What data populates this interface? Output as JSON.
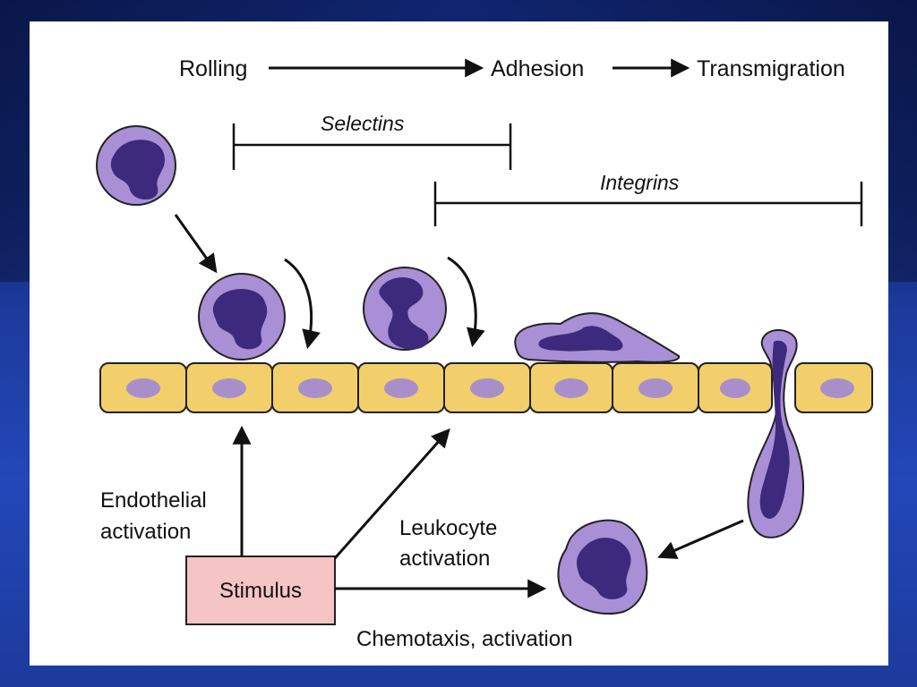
{
  "process": {
    "rolling": "Rolling",
    "adhesion": "Adhesion",
    "transmigration": "Transmigration"
  },
  "molecules": {
    "selectins": "Selectins",
    "integrins": "Integrins"
  },
  "labels": {
    "endothelial_line1": "Endothelial",
    "endothelial_line2": "activation",
    "leukocyte_line1": "Leukocyte",
    "leukocyte_line2": "activation",
    "stimulus": "Stimulus",
    "chemotaxis": "Chemotaxis, activation"
  },
  "colors": {
    "slide_background": "#1d3a9c",
    "panel": "#ffffff",
    "endothelial_cell": "#f2cf6a",
    "endothelial_nucleus": "#a98fc9",
    "leukocyte_cytoplasm": "#a98fd6",
    "leukocyte_nucleus": "#3d2a7c",
    "stimulus_box": "#f5c4c4"
  }
}
